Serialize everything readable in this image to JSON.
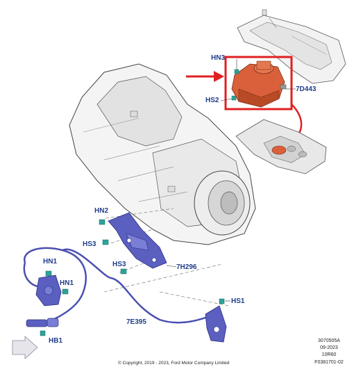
{
  "callouts": {
    "hn3": "HN3",
    "hs2": "HS2",
    "part_7d443": "7D443",
    "hn2": "HN2",
    "hs3_upper": "HS3",
    "hs3_lower": "HS3",
    "part_7h296": "7H296",
    "hn1_upper": "HN1",
    "hn1_lower": "HN1",
    "hs1": "HS1",
    "part_7e395": "7E395",
    "hb1": "HB1"
  },
  "reference_block": {
    "line1": "3070505A",
    "line2": "09-2023",
    "line3": "10R60",
    "line4": "F0381701-02"
  },
  "copyright": "© Copyright, 2019 - 2023, Ford Motor Company Limited",
  "colors": {
    "callout_text": "#1f3d8a",
    "highlight": "#e02020",
    "module": "#d9603a",
    "bracket": "#4a4fb0",
    "fastener": "#2aa39a"
  }
}
